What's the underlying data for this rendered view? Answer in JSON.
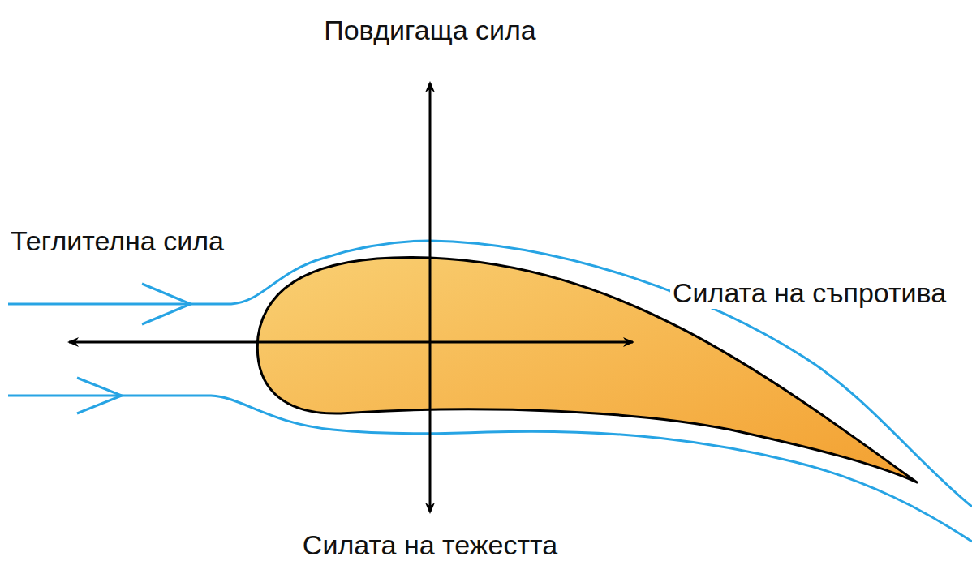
{
  "diagram": {
    "labels": [
      "Повдигаща сила",
      "Теглителна сила",
      "Силата на съпротива",
      "Силата на тежестта"
    ]
  }
}
